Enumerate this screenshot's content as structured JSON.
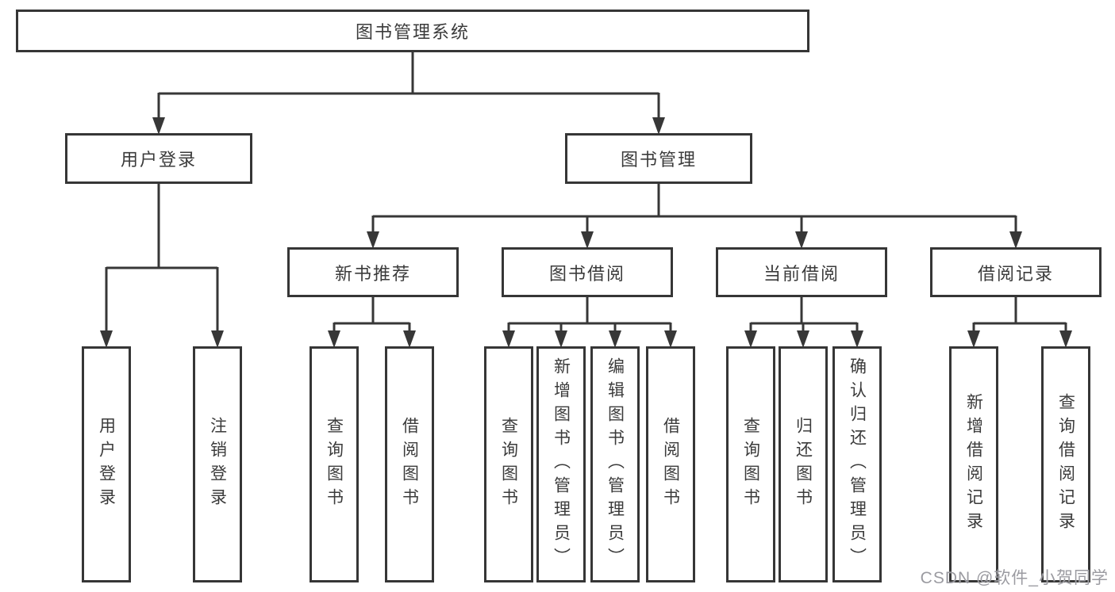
{
  "diagram": {
    "root": {
      "label": "图书管理系统"
    },
    "level2": {
      "user_login": {
        "label": "用户登录"
      },
      "book_management": {
        "label": "图书管理"
      }
    },
    "level3": {
      "new_book_recommend": {
        "label": "新书推荐"
      },
      "book_borrow": {
        "label": "图书借阅"
      },
      "current_borrow": {
        "label": "当前借阅"
      },
      "borrow_records": {
        "label": "借阅记录"
      }
    },
    "leaves": {
      "user_login": [
        "用户登录",
        "注销登录"
      ],
      "new_book_recommend": [
        "查询图书",
        "借阅图书"
      ],
      "book_borrow": [
        "查询图书",
        "新增图书（管理员）",
        "编辑图书（管理员）",
        "借阅图书"
      ],
      "current_borrow": [
        "查询图书",
        "归还图书",
        "确认归还（管理员）"
      ],
      "borrow_records": [
        "新增借阅记录",
        "查询借阅记录"
      ]
    }
  },
  "watermark": "CSDN @软件_小贺同学",
  "colors": {
    "background": "#ffffff",
    "line": "#373737",
    "box_border": "#363636",
    "text": "#3b3b3b",
    "watermark": "#96969c"
  }
}
